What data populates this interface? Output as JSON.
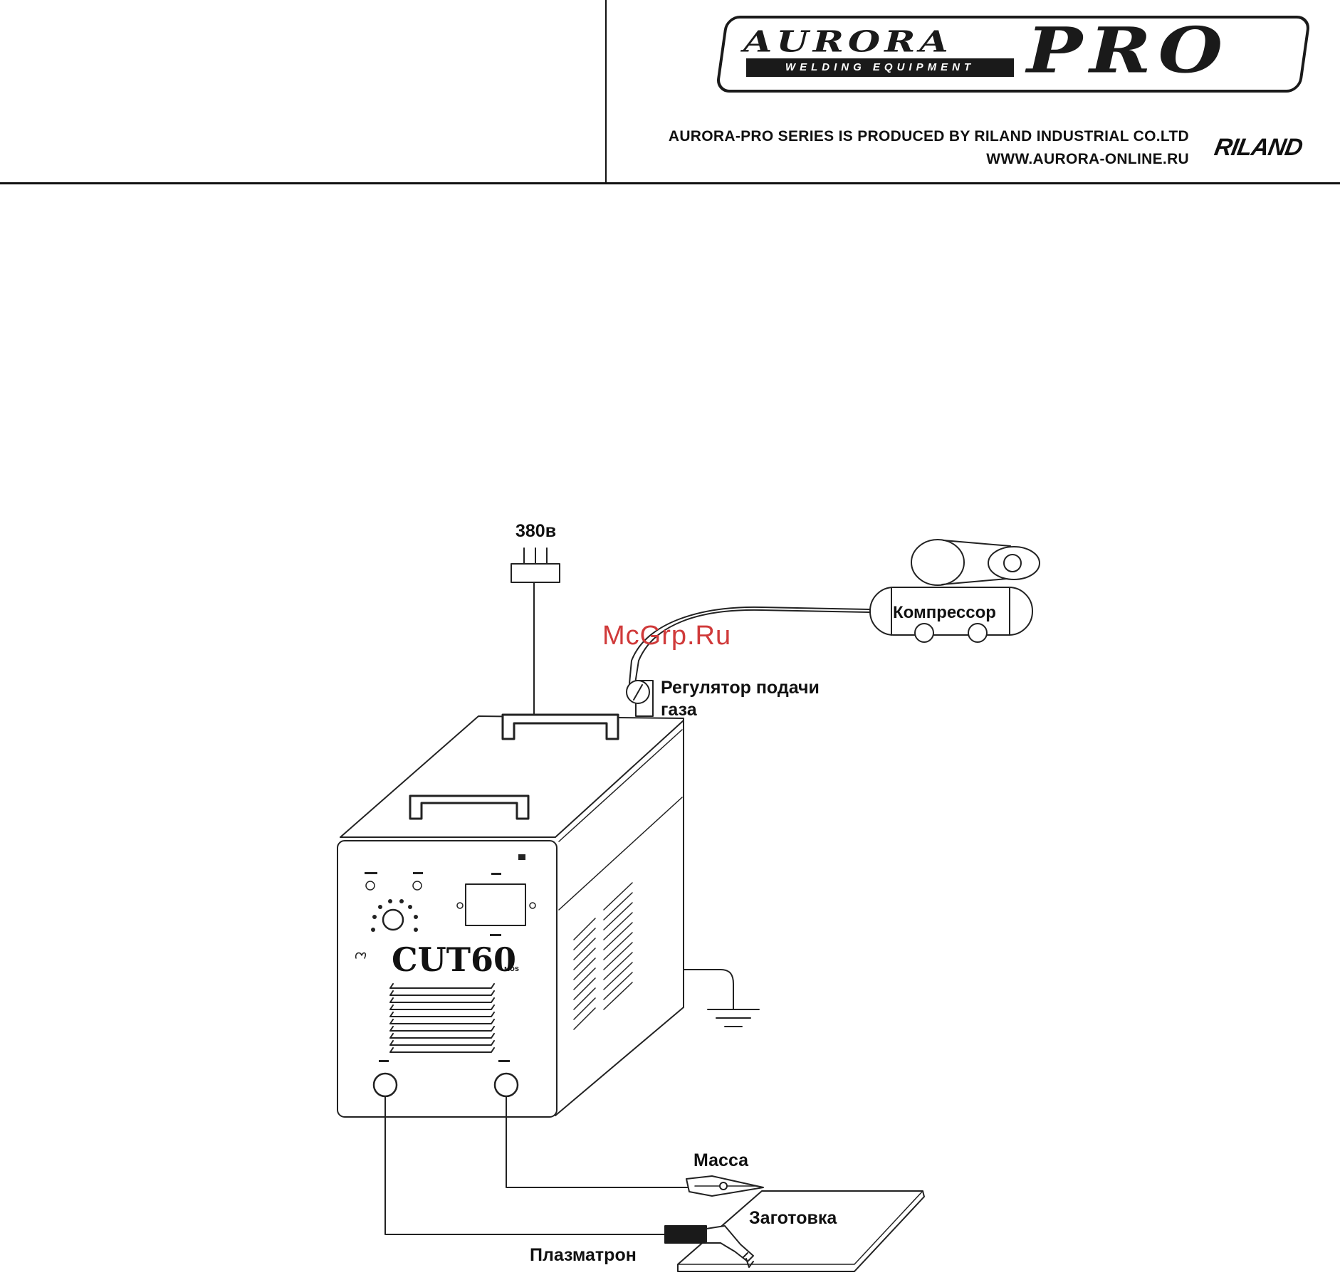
{
  "header": {
    "logo_brand": "AURORA",
    "logo_subtitle": "WELDING EQUIPMENT",
    "logo_pro": "PRO",
    "producer_line": "AURORA-PRO SERIES IS PRODUCED BY RILAND INDUSTRIAL CO.LTD",
    "website": "WWW.AURORA-ONLINE.RU",
    "riland_logo": "RILAND"
  },
  "diagram": {
    "labels": {
      "voltage": "380в",
      "compressor": "Компрессор",
      "gas_regulator": "Регулятор подачи газа",
      "ground_clamp": "Масса",
      "workpiece": "Заготовка",
      "plasma_torch": "Плазматрон"
    },
    "machine": {
      "model": "CUT60",
      "model_suffix": "мos"
    }
  },
  "watermark": "McGrp.Ru"
}
